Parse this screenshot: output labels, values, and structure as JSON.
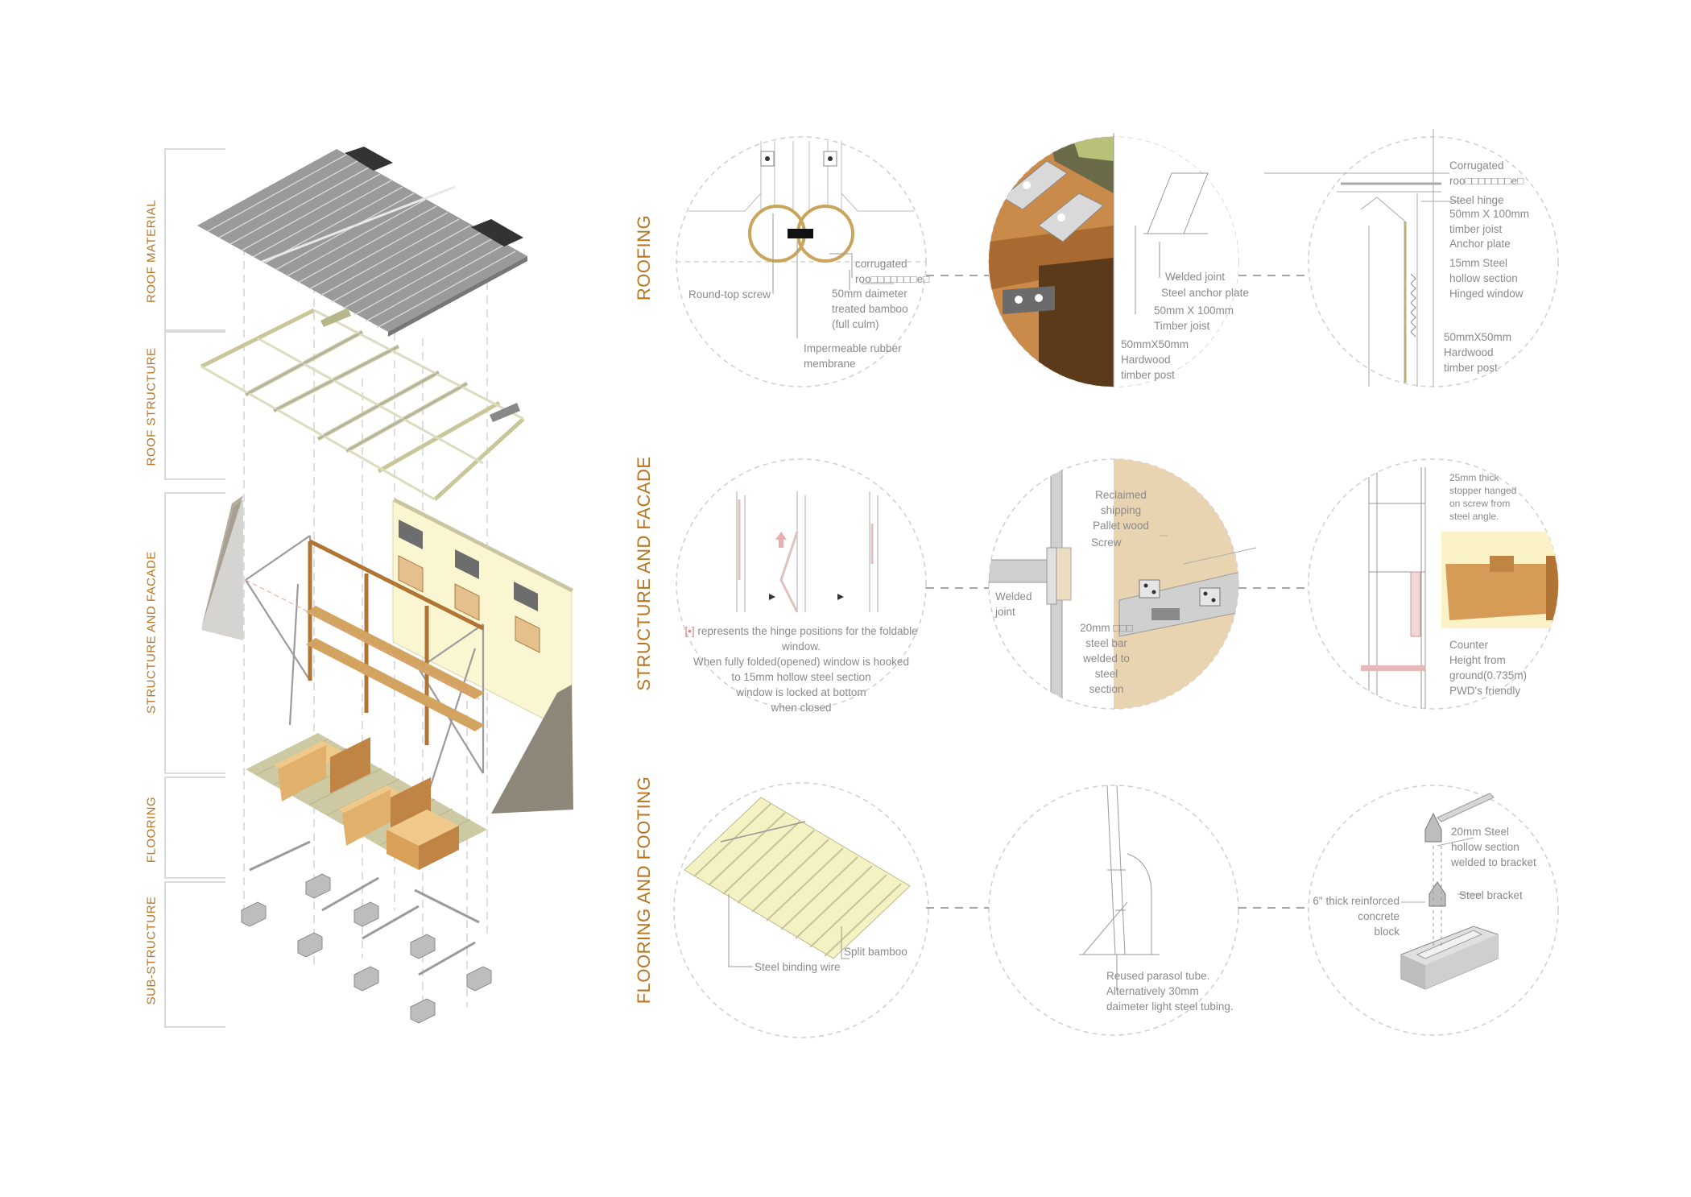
{
  "layer_labels": {
    "roof_material": "ROOF MATERIAL",
    "roof_structure": "ROOF STRUCTURE",
    "structure_facade": "STRUCTURE AND FACADE",
    "flooring": "FLOORING",
    "sub_structure": "SUB-STRUCTURE"
  },
  "section_labels": {
    "roofing": "ROOFING",
    "structure_facade": "STRUCTURE AND FACADE",
    "flooring_footing": "FLOORING AND FOOTING"
  },
  "roofing": {
    "d1": {
      "corrugated": "corrugated\nroo□□□□□□□e□",
      "round_top_screw": "Round-top screw",
      "bamboo": "50mm daimeter\ntreated bamboo\n(full culm)",
      "membrane": "Impermeable rubber\nmembrane"
    },
    "d2": {
      "welded_joint": "Welded joint",
      "anchor_plate": "Steel anchor plate",
      "timber_joist": "50mm X 100mm\nTimber joist",
      "timber_post": "50mmX50mm\nHardwood\ntimber post"
    },
    "d3": {
      "corrugated": "Corrugated\nroo□□□□□□□e□",
      "hinge": "Steel hinge",
      "joist": "50mm X 100mm\ntimber joist",
      "anchor": "Anchor plate",
      "hollow": "15mm Steel\nhollow section",
      "window": "Hinged window",
      "post": "50mmX50mm\nHardwood\ntimber post"
    }
  },
  "structure": {
    "d1": {
      "marker": "[•]",
      "note": " represents the hinge positions for the foldable\nwindow.\nWhen fully folded(opened) window is hooked\nto 15mm hollow steel section\nwindow is locked at bottom\nwhen closed"
    },
    "d2": {
      "reclaimed": "Reclaimed\nshipping\nPallet wood",
      "screw": "Screw",
      "welded": "Welded\njoint",
      "steel_bar": "20mm □□□\nsteel bar\nwelded to\nsteel\nsection"
    },
    "d3": {
      "stopper": "25mm thick\nstopper hanged\non screw from\nsteel angle.",
      "counter": "Counter\nHeight from\nground(0.735m)\nPWD's friendly"
    }
  },
  "flooring": {
    "d1": {
      "split_bamboo": "Split bamboo",
      "binding_wire": "Steel binding wire"
    },
    "d2": {
      "parasol": "Reused parasol tube.\nAlternatively 30mm\ndaimeter light steel tubing."
    },
    "d3": {
      "steel_hollow": "20mm Steel\nhollow section\nwelded to bracket",
      "bracket": "Steel bracket",
      "concrete": "6\" thick reinforced\nconcrete\nblock"
    }
  },
  "colors": {
    "accent": "#b8741f",
    "roof_grey": "#8c8c8c",
    "bamboo_yellow": "#e9e6a8",
    "timber": "#c9904a",
    "wall_cream": "#fbf6d2",
    "pallet": "#e9d4b2"
  }
}
